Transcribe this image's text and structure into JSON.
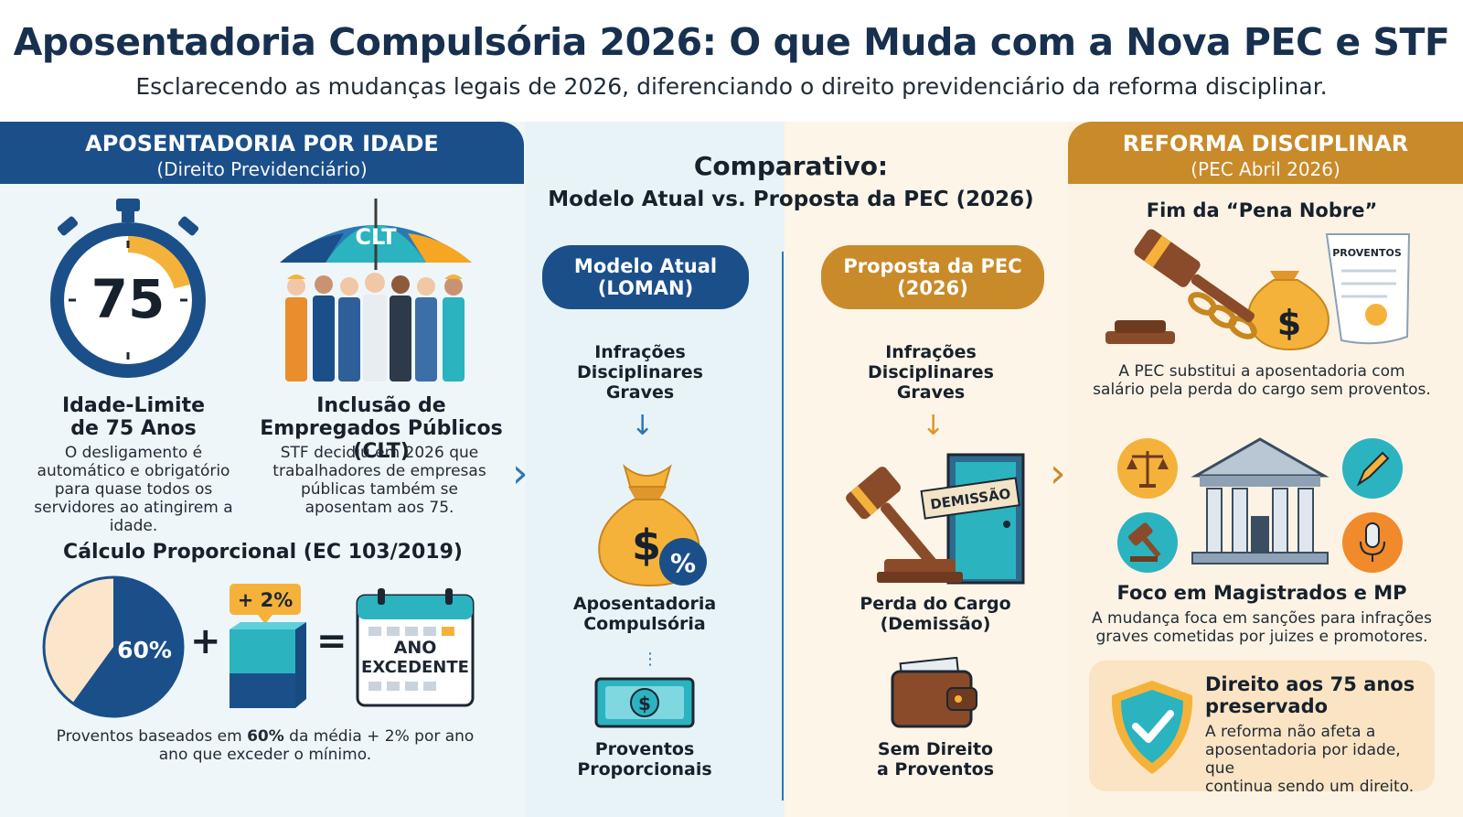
{
  "title": "Aposentadoria Compulsória 2026: O que Muda com a Nova PEC e STF",
  "subtitle": "Esclarecendo as mudanças legais de 2026, diferenciando o direito previdenciário da reforma disciplinar.",
  "colors": {
    "navy": "#1b4f8a",
    "gold": "#c98a2a",
    "teal": "#2bb3c0",
    "dark": "#17304f"
  },
  "left": {
    "header_title": "APOSENTADORIA POR IDADE",
    "header_sub": "(Direito Previdenciário)",
    "stopwatch_number": "75",
    "age_title": "Idade-Limite\nde 75 Anos",
    "age_text": "O desligamento é automático e obrigatório para quase todos os servidores ao atingirem a idade.",
    "umbrella_label": "CLT",
    "clt_title": "Inclusão de Empregados Públicos (CLT)",
    "clt_text": "STF decidiu em 2026 que trabalhadores de empresas públicas também se aposentam aos 75.",
    "calc_title": "Cálculo Proporcional (EC 103/2019)",
    "pie_percent": "60%",
    "pie_fraction": 0.6,
    "plus_badge": "+ 2%",
    "calendar_label_1": "ANO",
    "calendar_label_2": "EXCEDENTE",
    "footnote_pre": "Proventos baseados em ",
    "footnote_bold": "60%",
    "footnote_post": " da média + 2% por ano\nano que exceder o mínimo."
  },
  "middle": {
    "title_1": "Comparativo:",
    "title_2": "Modelo Atual vs. Proposta da PEC (2026)",
    "current": {
      "pill": "Modelo Atual\n(LOMAN)",
      "infractions": "Infrações\nDisciplinares\nGraves",
      "result": "Aposentadoria\nCompulsória",
      "percent_icon": "%",
      "money_symbol": "$",
      "bottom": "Proventos\nProporcionais"
    },
    "proposal": {
      "pill": "Proposta da PEC\n(2026)",
      "infractions": "Infrações\nDisciplinares\nGraves",
      "sign": "DEMISSÃO",
      "result": "Perda do Cargo\n(Demissão)",
      "bottom": "Sem Direito\na Proventos"
    }
  },
  "right": {
    "header_title": "REFORMA DISCIPLINAR",
    "header_sub": "(PEC Abril 2026)",
    "noble_title": "Fim da “Pena Nobre”",
    "document_label": "PROVENTOS",
    "money_symbol": "$",
    "noble_text": "A PEC substitui a aposentadoria com\nsalário pela perda do cargo sem proventos.",
    "focus_title": "Foco em Magistrados e MP",
    "focus_text": "A mudança foca em sanções para infrações\ngraves cometidas por juizes e promotores.",
    "shield_title": "Direito aos 75 anos\npreservado",
    "shield_text": "A reforma não afeta a\naposentadoria por idade, que\ncontinua sendo um direito."
  }
}
